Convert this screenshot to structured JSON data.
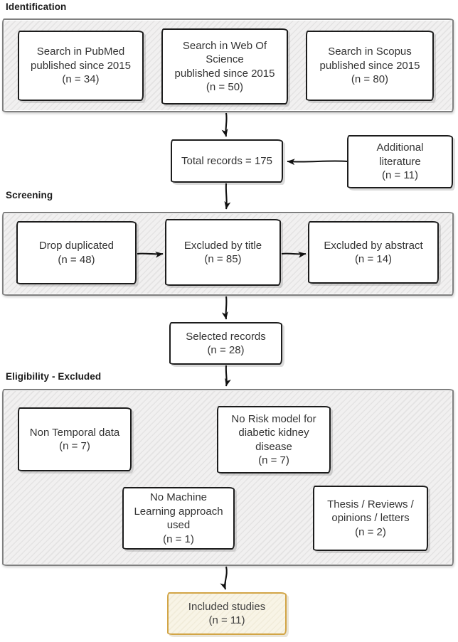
{
  "sections": {
    "identification": {
      "label": "Identification"
    },
    "screening": {
      "label": "Screening"
    },
    "eligibility": {
      "label": "Eligibility - Excluded"
    }
  },
  "boxes": {
    "pubmed": "Search in PubMed\npublished since 2015\n(n = 34)",
    "web_of_science": "Search in Web Of\nScience\npublished since 2015\n(n = 50)",
    "scopus": "Search in Scopus\npublished since 2015\n(n = 80)",
    "total_records": "Total records = 175",
    "additional_literature": "Additional\nliterature\n(n = 11)",
    "drop_duplicated": "Drop duplicated\n(n = 48)",
    "excluded_by_title": "Excluded by title\n(n = 85)",
    "excluded_by_abstract": "Excluded by abstract\n(n = 14)",
    "selected_records": "Selected records\n(n = 28)",
    "non_temporal": "Non Temporal data\n(n = 7)",
    "no_risk_model": "No Risk model for\ndiabetic kidney\ndisease\n(n = 7)",
    "no_ml_approach": "No Machine\nLearning approach\nused\n(n = 1)",
    "thesis_reviews": "Thesis / Reviews /\nopinions / letters\n(n = 2)",
    "included_studies": "Included studies\n(n = 11)"
  },
  "colors": {
    "box_border": "#1c1c1c",
    "container_border": "#7f7f7f",
    "container_fill": "#f1f0f0",
    "included_border": "#d2a546",
    "included_fill": "#f8f4e6",
    "arrow": "#111111",
    "text": "#333333"
  }
}
